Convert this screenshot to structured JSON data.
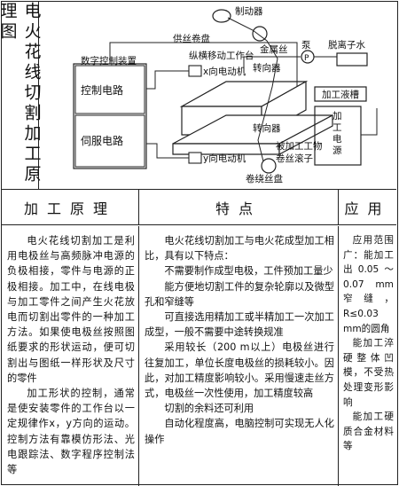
{
  "title": "电火花线切割加工原理图",
  "diagram": {
    "labels": {
      "brake": "制动器",
      "wire_supply_reel": "供丝卷盘",
      "wire": "金属丝",
      "pump": "泵",
      "deionized_water": "脱离子水",
      "nc_device": "数字控制装置",
      "x_motor": "x向电动机",
      "xy_table": "纵横移动工作台",
      "diverter_top": "转向器",
      "control_circuit": "控制电路",
      "servo_circuit": "伺服电路",
      "machining_tank": "加工液槽",
      "power_supply": "加工电源",
      "diverter_bottom": "转向器",
      "y_motor": "y向电动机",
      "workpiece": "被加工工物",
      "take_up_roller": "卷丝滚子",
      "take_up_reel": "卷绕丝盘"
    }
  },
  "table": {
    "headers": [
      "加工原理",
      "特点",
      "应用"
    ],
    "principle": [
      "电火花线切割加工是利用电极丝与高频脉冲电源的负极相接，零件与电源的正极相接。加工中，在线电极与加工零件之间产生火花放电而切割出零件的一种加工方法。如果使电极丝按照图纸要求的形状运动，便可切割出与图纸一样形状及尺寸的零件",
      "加工形状的控制，通常是使安装零件的工作台以一定规律作x，y方向的运动。控制方法有靠模仿形法、光电跟踪法、数字程序控制法等"
    ],
    "features": [
      "电火花线切割加工与电火花成型加工相比，具有以下特点：",
      "不需要制作成型电极，工件预加工量少",
      "能方便地切割工件的复杂轮廓以及微型孔和窄缝等",
      "可直接选用精加工或半精加工一次加工成型，一般不需要中途转换规准",
      "采用较长（200 m以上）电极丝进行往复加工，单位长度电极丝的损耗较小。因此，对加工精度影响较小。采用慢速走丝方式，电极丝一次性使用，加工精度较高",
      "切割的余料还可利用",
      "自动化程度高，电脑控制可实现无人化操作"
    ],
    "application": [
      "应用范围广：能加工出0.05～0.07 mm窄缝，R≤0.03 mm的圆角",
      "能加工淬硬整体凹模，不受热处理变形影响",
      "能加工硬质合金材料等"
    ]
  }
}
